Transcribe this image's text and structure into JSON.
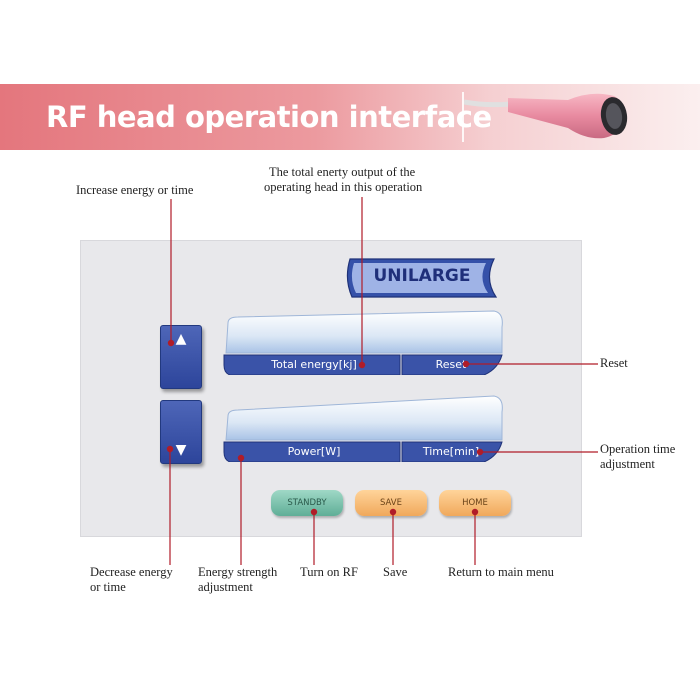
{
  "banner": {
    "title": "RF head operation interface"
  },
  "panel": {
    "brand": "UNILARGE",
    "up_glyph": "▲",
    "down_glyph": "▼",
    "display1": {
      "left_label": "Total energy[kj]",
      "right_label": "Reset"
    },
    "display2": {
      "left_label": "Power[W]",
      "right_label": "Time[min]"
    },
    "buttons": {
      "standby": "STANDBY",
      "save": "SAVE",
      "home": "HOME"
    }
  },
  "annotations": {
    "increase": "Increase energy or time",
    "total_line1": "The total enerty output of the",
    "total_line2": "operating head in this operation",
    "reset": "Reset",
    "op_time_line1": "Operation time",
    "op_time_line2": "adjustment",
    "decrease_line1": "Decrease energy",
    "decrease_line2": "or time",
    "strength_line1": "Energy strength",
    "strength_line2": "adjustment",
    "turn_on": "Turn on RF",
    "save": "Save",
    "return": "Return to main menu"
  },
  "colors": {
    "banner_accent": "#e4767d",
    "panel_blue": "#2d459b",
    "leader_red": "#b01c28",
    "standby_green": "#5fae97",
    "button_orange": "#f0a85b"
  }
}
